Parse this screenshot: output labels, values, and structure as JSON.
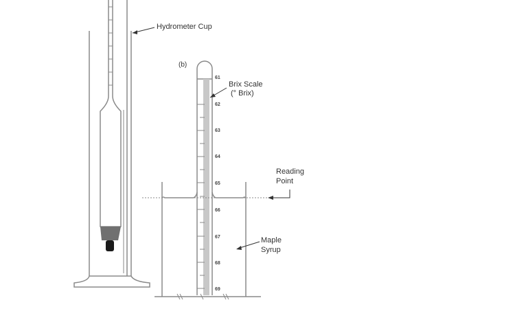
{
  "figure": {
    "panel_b_label": "(b)",
    "labels": {
      "hydrometer_cup": "Hydrometer Cup",
      "brix_scale_line1": "Brix Scale",
      "brix_scale_line2": "(° Brix)",
      "reading_point_line1": "Reading",
      "reading_point_line2": "Point",
      "maple_syrup_line1": "Maple",
      "maple_syrup_line2": "Syrup"
    },
    "scale_ticks": [
      "61",
      "62",
      "63",
      "64",
      "65",
      "66",
      "67",
      "68",
      "69"
    ],
    "colors": {
      "line": "#8a8a8a",
      "scale_fill": "#c8c8c8",
      "weight_fill": "#707070",
      "weight_tip": "#1a1a1a"
    }
  }
}
